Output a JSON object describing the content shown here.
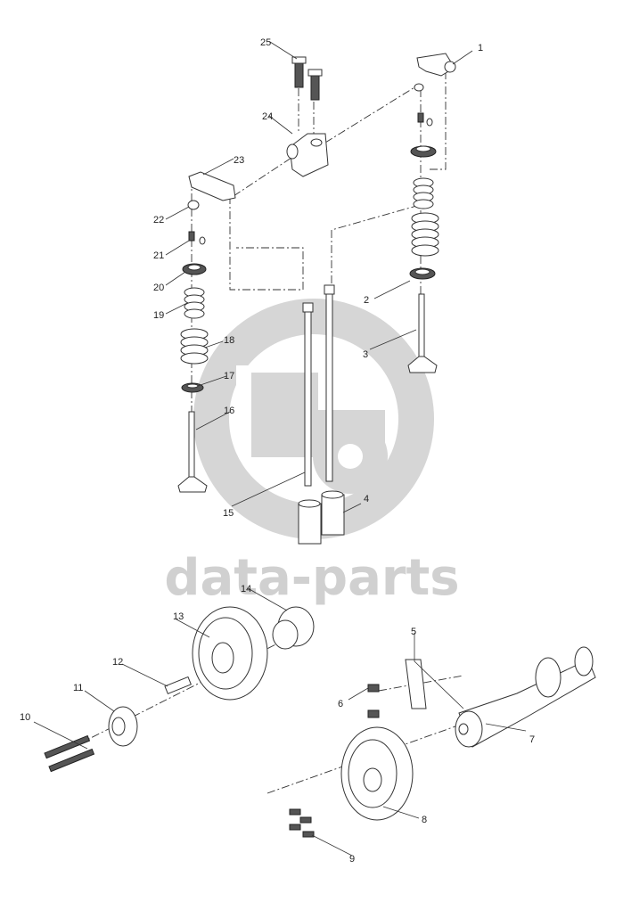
{
  "watermark": {
    "text": "data-parts",
    "color": "#d0d0d0"
  },
  "callouts": [
    "1",
    "2",
    "3",
    "4",
    "5",
    "6",
    "7",
    "8",
    "9",
    "10",
    "11",
    "12",
    "13",
    "14",
    "15",
    "16",
    "17",
    "18",
    "19",
    "20",
    "21",
    "22",
    "23",
    "24",
    "25"
  ]
}
